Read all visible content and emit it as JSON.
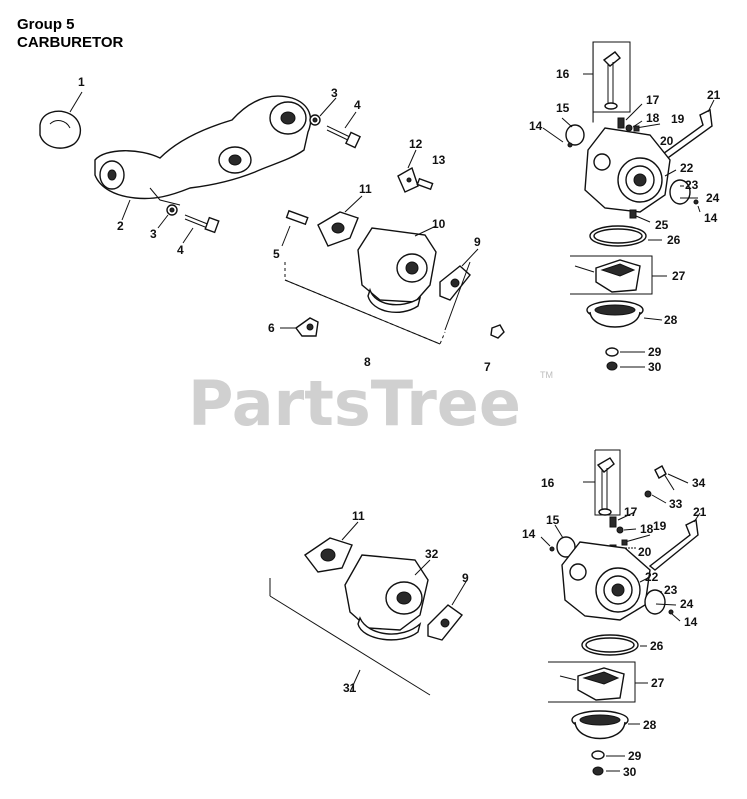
{
  "header": {
    "group": "Group 5",
    "section": "CARBURETOR"
  },
  "watermark": {
    "brand": "PartsTree",
    "trademark": "TM"
  },
  "callouts": {
    "c1": "1",
    "c2": "2",
    "c3a": "3",
    "c3b": "3",
    "c4a": "4",
    "c4b": "4",
    "c5": "5",
    "c6": "6",
    "c7": "7",
    "c8": "8",
    "c9a": "9",
    "c10": "10",
    "c11a": "11",
    "c12": "12",
    "c13": "13",
    "c16a": "16",
    "c15a": "15",
    "c14a": "14",
    "c17a": "17",
    "c18a": "18",
    "c19a": "19",
    "c20a": "20",
    "c21a": "21",
    "c22a": "22",
    "c23a": "23",
    "c24a": "24",
    "c14b": "14",
    "c25": "25",
    "c26a": "26",
    "c27a": "27",
    "c28a": "28",
    "c29a": "29",
    "c30a": "30",
    "c11b": "11",
    "c32": "32",
    "c9b": "9",
    "c31": "31",
    "c16b": "16",
    "c34": "34",
    "c33": "33",
    "c17b": "17",
    "c18b": "18",
    "c19b": "19",
    "c20b": "20",
    "c21b": "21",
    "c15b": "15",
    "c14c": "14",
    "c22b": "22",
    "c23b": "23",
    "c24b": "24",
    "c14d": "14",
    "c26b": "26",
    "c27b": "27",
    "c28b": "28",
    "c29b": "29",
    "c30b": "30"
  }
}
